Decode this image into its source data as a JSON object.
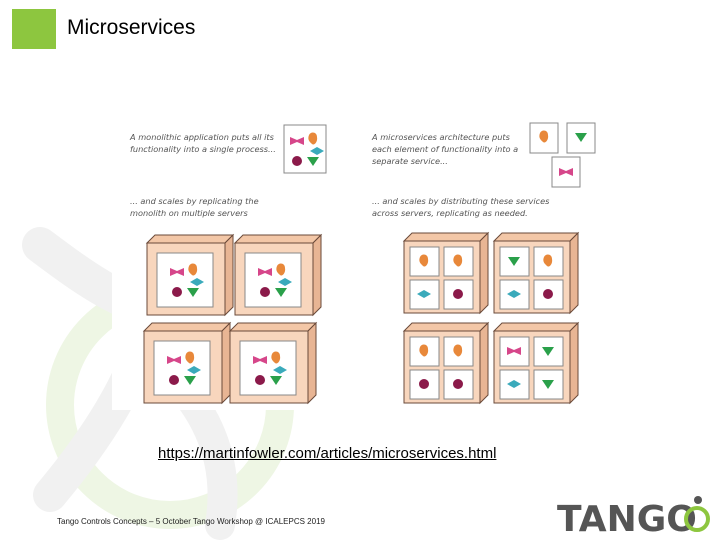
{
  "slide": {
    "title": "Microservices",
    "link_text": "https://martinfowler.com/articles/microservices.html",
    "footer": "Tango Controls Concepts – 5 October Tango Workshop @ ICALEPCS 2019",
    "brand": "TANGO"
  },
  "diagram": {
    "mono_caption_1": [
      "A monolithic application puts all its",
      "functionality into a single process..."
    ],
    "mono_caption_2": [
      "... and scales by replicating the",
      "monolith on multiple servers"
    ],
    "micro_caption_1": [
      "A microservices architecture puts",
      "each element of functionality into a",
      "separate service..."
    ],
    "micro_caption_2": [
      "... and scales by distributing these services",
      "across servers, replicating as needed."
    ]
  },
  "colors": {
    "accent_green": "#8dc63f",
    "box_fill": "#f8d6bd",
    "orange": "#e8883a",
    "pink": "#d6468a",
    "maroon": "#8b1a4a",
    "teal": "#3aaabb",
    "green": "#2aa04a"
  }
}
